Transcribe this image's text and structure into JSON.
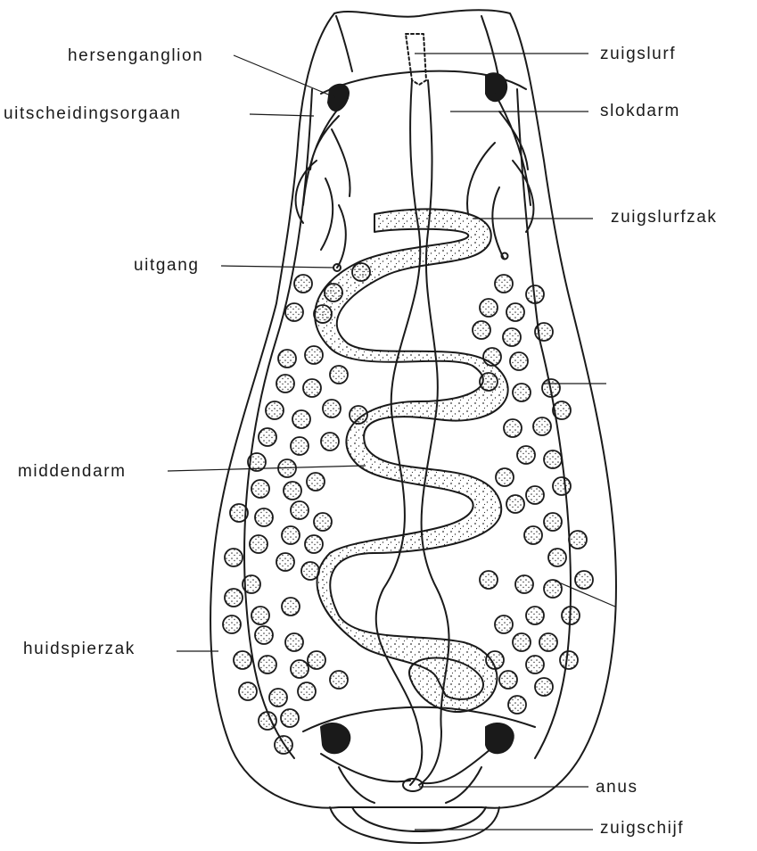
{
  "labels": {
    "hersenganglion": "hersenganglion",
    "uitscheidingsorgaan": "uitscheidingsorgaan",
    "uitgang": "uitgang",
    "middendarm": "middendarm",
    "huidspierzak": "huidspierzak",
    "zuigslurf": "zuigslurf",
    "slokdarm": "slokdarm",
    "zuigslurfzak": "zuigslurfzak",
    "anus": "anus",
    "zuigschijf": "zuigschijf"
  },
  "colors": {
    "ink": "#1a1a1a",
    "background": "#ffffff"
  }
}
